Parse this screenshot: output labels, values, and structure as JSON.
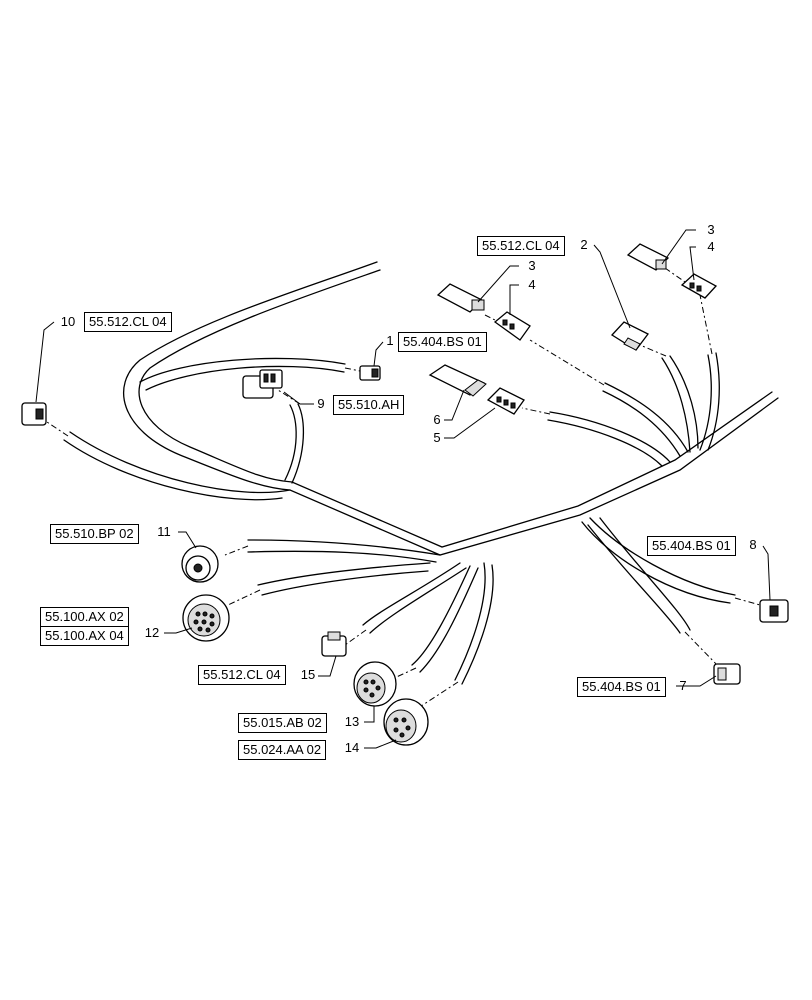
{
  "refs": {
    "r1": "55.512.CL 04",
    "r2": "55.512.CL 04",
    "r3": "55.404.BS 01",
    "r4": "55.510.AH",
    "r5": "55.510.BP 02",
    "r6": "55.404.BS 01",
    "r7": "55.100.AX 02",
    "r8": "55.100.AX 04",
    "r9": "55.512.CL 04",
    "r10": "55.404.BS 01",
    "r11": "55.015.AB 02",
    "r12": "55.024.AA 02"
  },
  "callouts": {
    "c1": "1",
    "c2": "2",
    "c3a": "3",
    "c3b": "3",
    "c4a": "4",
    "c4b": "4",
    "c5": "5",
    "c6": "6",
    "c7": "7",
    "c8": "8",
    "c9": "9",
    "c10": "10",
    "c11": "11",
    "c12": "12",
    "c13": "13",
    "c14": "14",
    "c15": "15"
  }
}
